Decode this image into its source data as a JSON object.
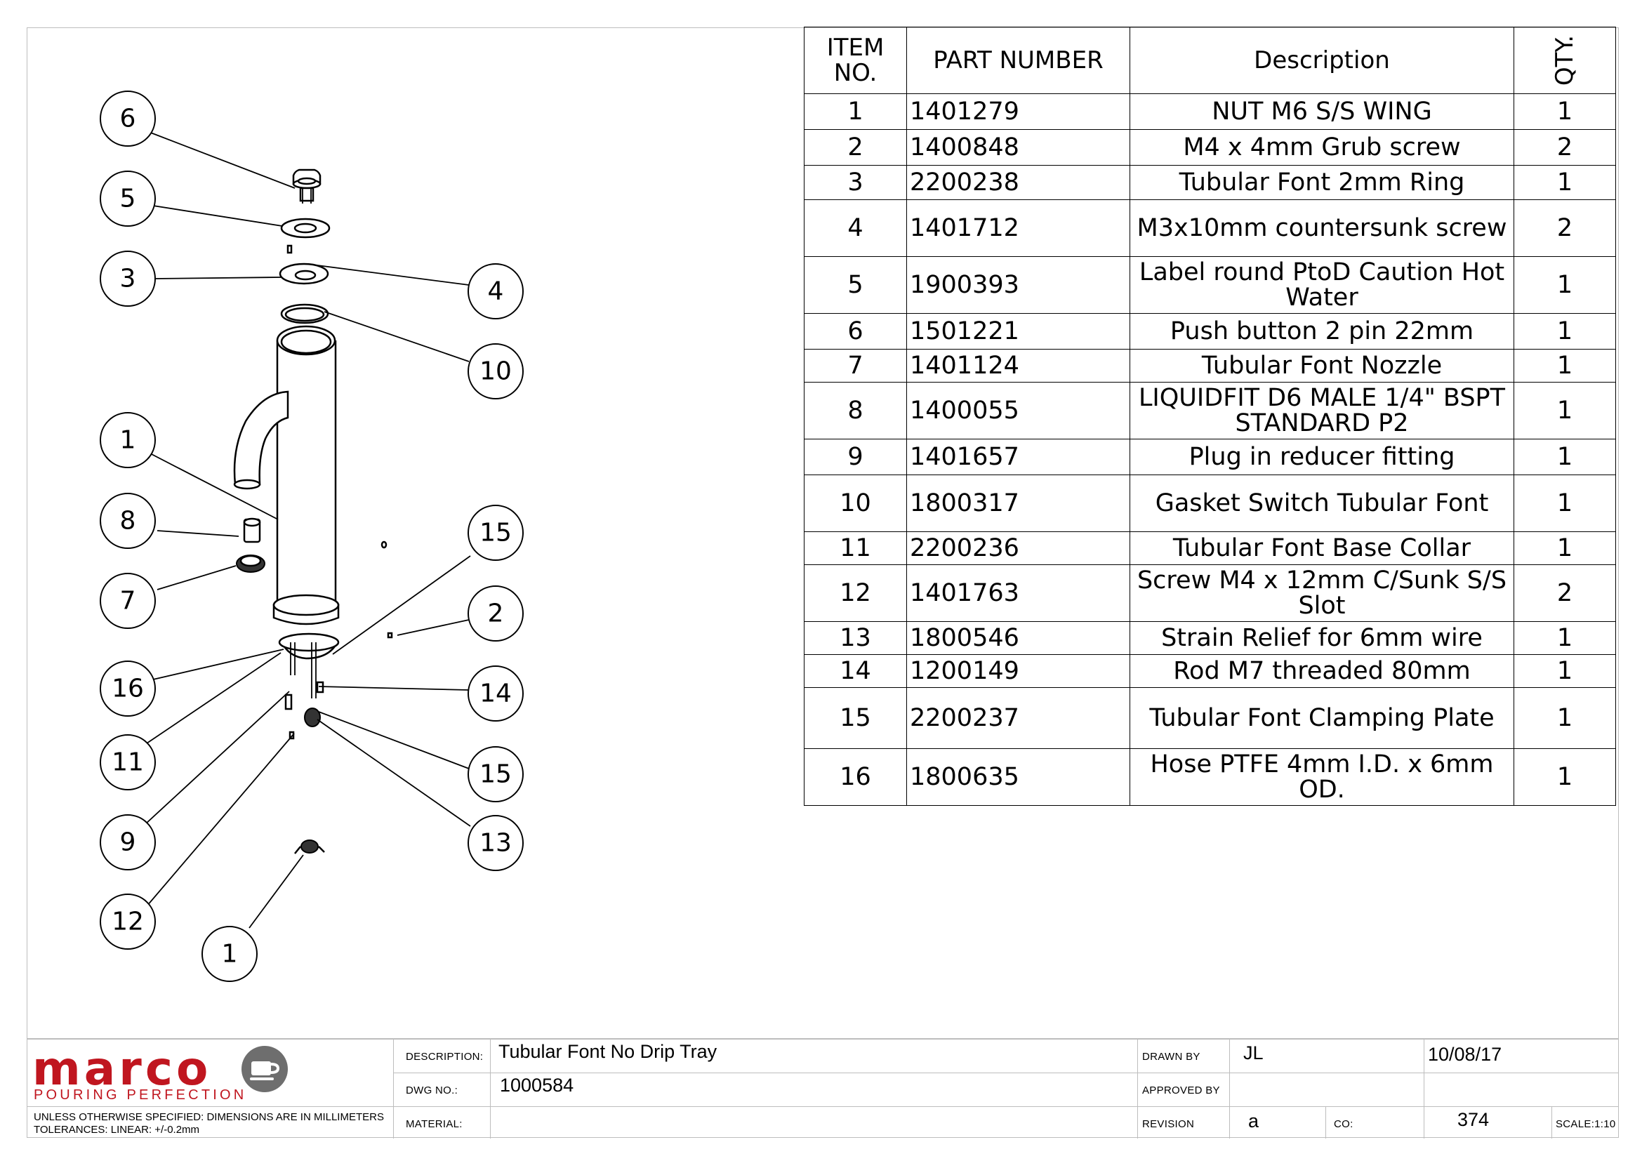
{
  "bom": {
    "headers": {
      "item": "ITEM NO.",
      "part": "PART NUMBER",
      "desc": "Description",
      "qty": "QTY."
    },
    "rows": [
      {
        "item": "1",
        "part": "1401279",
        "desc": "NUT M6 S/S WING",
        "qty": "1"
      },
      {
        "item": "2",
        "part": "1400848",
        "desc": "M4 x 4mm Grub screw",
        "qty": "2"
      },
      {
        "item": "3",
        "part": "2200238",
        "desc": "Tubular Font 2mm Ring",
        "qty": "1"
      },
      {
        "item": "4",
        "part": "1401712",
        "desc": "M3x10mm countersunk screw",
        "qty": "2"
      },
      {
        "item": "5",
        "part": "1900393",
        "desc": "Label round PtoD Caution Hot Water",
        "qty": "1"
      },
      {
        "item": "6",
        "part": "1501221",
        "desc": "Push button 2 pin 22mm",
        "qty": "1"
      },
      {
        "item": "7",
        "part": "1401124",
        "desc": "Tubular Font Nozzle",
        "qty": "1"
      },
      {
        "item": "8",
        "part": "1400055",
        "desc": "LIQUIDFIT D6 MALE 1/4\" BSPT STANDARD P2",
        "qty": "1"
      },
      {
        "item": "9",
        "part": "1401657",
        "desc": "Plug in reducer fitting",
        "qty": "1"
      },
      {
        "item": "10",
        "part": "1800317",
        "desc": "Gasket Switch Tubular Font",
        "qty": "1"
      },
      {
        "item": "11",
        "part": "2200236",
        "desc": "Tubular Font Base Collar",
        "qty": "1"
      },
      {
        "item": "12",
        "part": "1401763",
        "desc": "Screw M4 x 12mm C/Sunk S/S Slot",
        "qty": "2"
      },
      {
        "item": "13",
        "part": "1800546",
        "desc": "Strain Relief for 6mm wire",
        "qty": "1"
      },
      {
        "item": "14",
        "part": "1200149",
        "desc": "Rod M7 threaded 80mm",
        "qty": "1"
      },
      {
        "item": "15",
        "part": "2200237",
        "desc": "Tubular Font Clamping Plate",
        "qty": "1"
      },
      {
        "item": "16",
        "part": "1800635",
        "desc": "Hose PTFE 4mm I.D. x 6mm OD.",
        "qty": "1"
      }
    ]
  },
  "balloons": [
    "6",
    "5",
    "3",
    "4",
    "10",
    "1",
    "8",
    "7",
    "15",
    "2",
    "16",
    "14",
    "11",
    "15",
    "9",
    "13",
    "12",
    "1"
  ],
  "title_block": {
    "logo": "marco",
    "tagline": "POURING PERFECTION",
    "notes": [
      "UNLESS OTHERWISE SPECIFIED: DIMENSIONS ARE IN MILLIMETERS",
      "TOLERANCES: LINEAR: +/-0.2mm"
    ],
    "description_label": "DESCRIPTION:",
    "description": "Tubular Font No Drip Tray",
    "dwg_label": "DWG NO.:",
    "dwg_no": "1000584",
    "material_label": "MATERIAL:",
    "material": "",
    "drawn_by_label": "DRAWN BY",
    "drawn_by": "JL",
    "date": "10/08/17",
    "approved_by_label": "APPROVED BY",
    "approved_by": "",
    "revision_label": "REVISION",
    "revision": "a",
    "co_label": "CO:",
    "co": "374",
    "scale": "SCALE:1:10"
  },
  "colors": {
    "brand_red": "#c0161f",
    "logo_grey": "#6e6e6e",
    "frame": "#bdbdbd"
  }
}
